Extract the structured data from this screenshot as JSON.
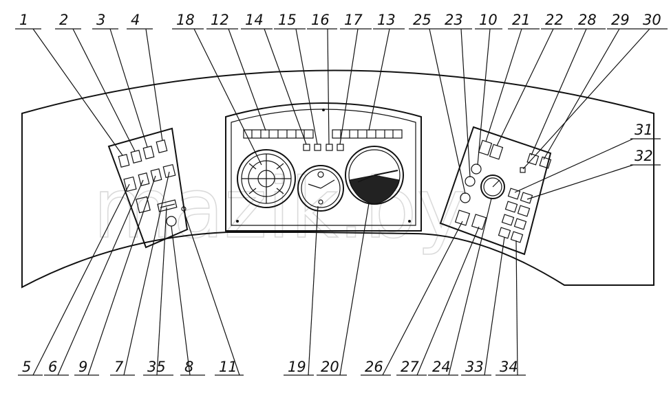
{
  "watermark": "mazik.by",
  "callouts_top": [
    "1",
    "2",
    "3",
    "4",
    "18",
    "12",
    "14",
    "15",
    "16",
    "17",
    "13",
    "25",
    "23",
    "10",
    "21",
    "22",
    "28",
    "29",
    "30"
  ],
  "callouts_right": [
    "31",
    "32"
  ],
  "callouts_bottom": [
    "5",
    "6",
    "9",
    "7",
    "35",
    "8",
    "11",
    "19",
    "20",
    "26",
    "27",
    "24",
    "33",
    "34"
  ]
}
